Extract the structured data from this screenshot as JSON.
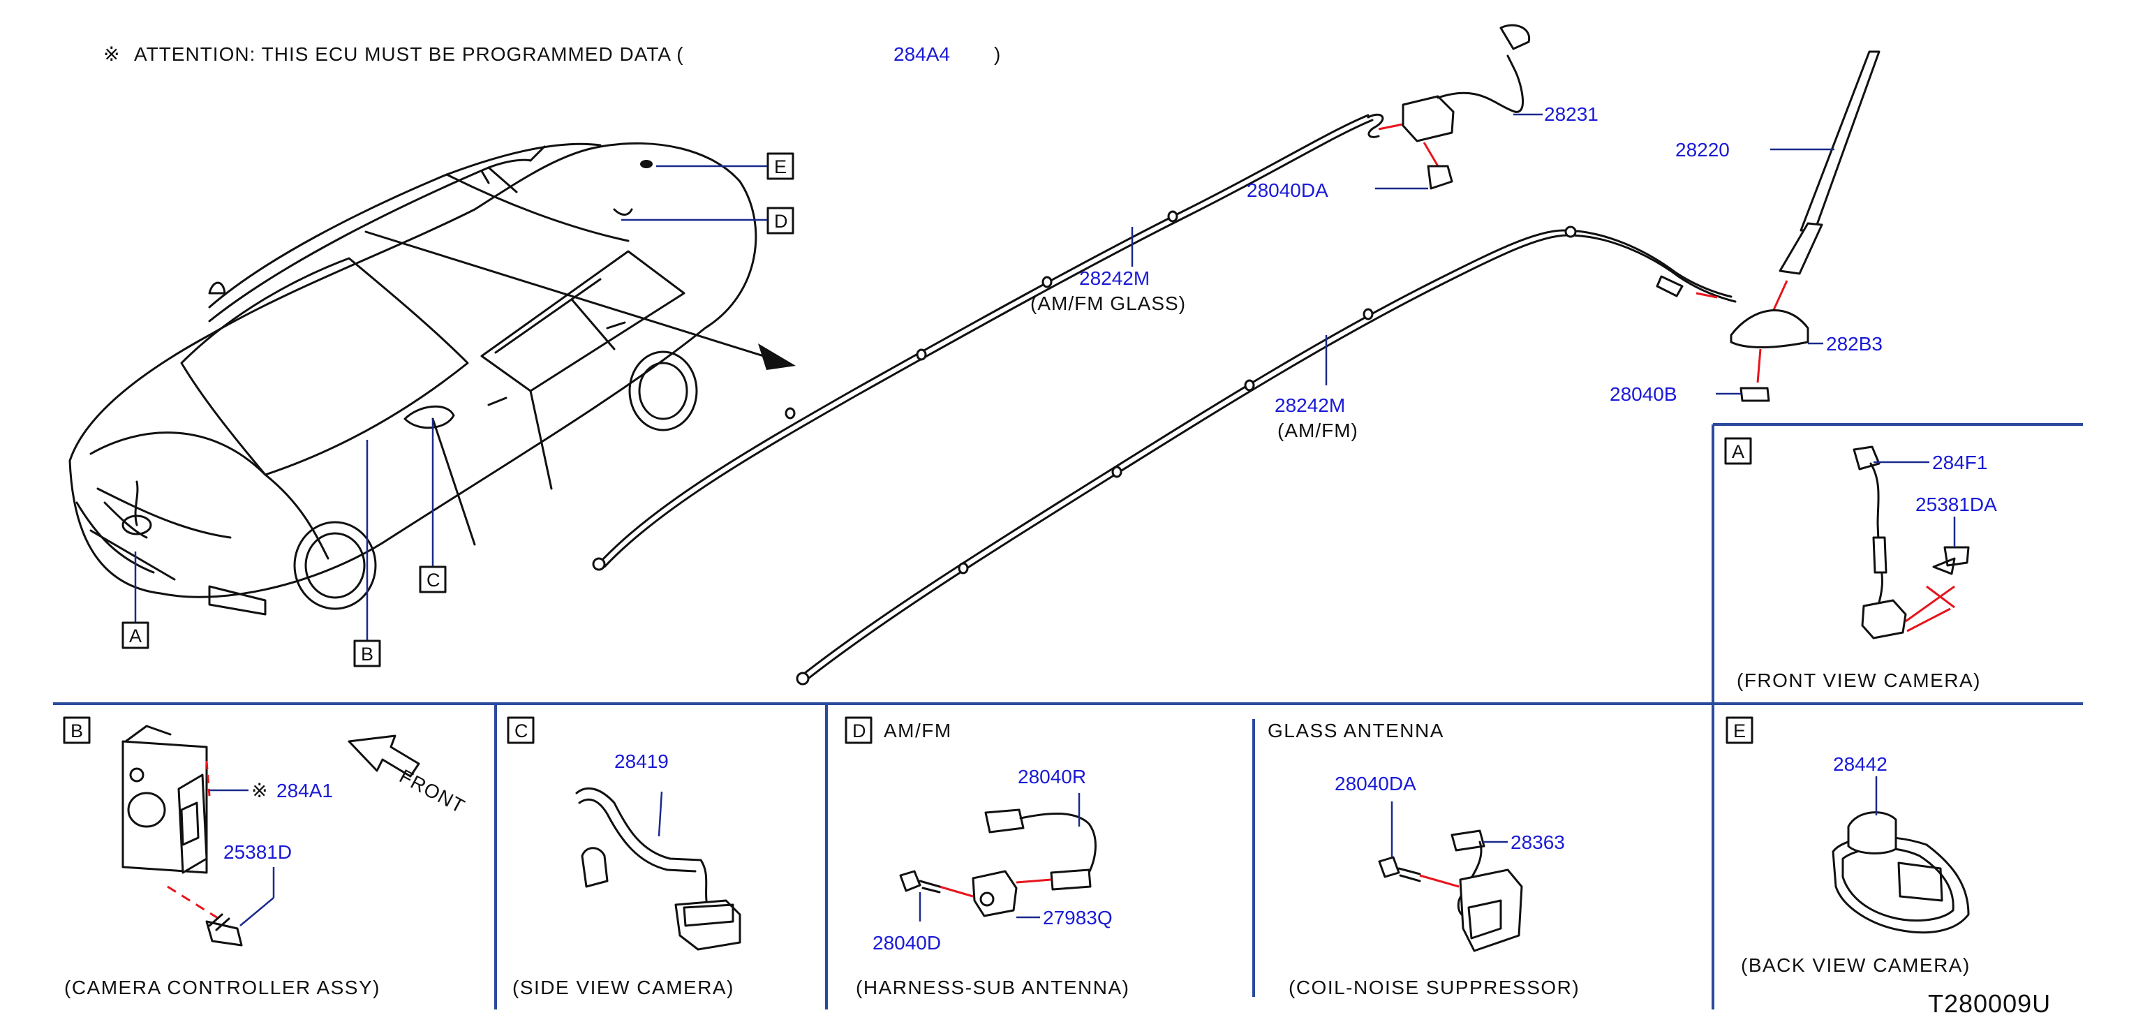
{
  "colors": {
    "part_number": "#1a1ad6",
    "leader": "#1a2a8c",
    "red_line": "#e8141c",
    "divider": "#2a4a9c",
    "line_art": "#111111"
  },
  "header": {
    "symbol": "※",
    "text": "ATTENTION:  THIS  ECU  MUST  BE  PROGRAMMED  DATA  (",
    "part": "284A4",
    "close": ")"
  },
  "main": {
    "callouts": {
      "A": "A",
      "B": "B",
      "C": "C",
      "D": "D",
      "E": "E"
    },
    "parts": {
      "p28231": "28231",
      "p28040DA": "28040DA",
      "p28242M_glass": "28242M",
      "p28242M_glass_note": "(AM/FM   GLASS)",
      "p28220": "28220",
      "p28242M_amfm": "28242M",
      "p28242M_amfm_note": "(AM/FM)",
      "p282B3": "282B3",
      "p28040B": "28040B"
    }
  },
  "sections": {
    "A": {
      "letter": "A",
      "parts": [
        "284F1",
        "25381DA"
      ],
      "caption": "(FRONT   VIEW   CAMERA)"
    },
    "B": {
      "letter": "B",
      "mark": "※",
      "parts": [
        "284A1",
        "25381D"
      ],
      "front": "FRONT",
      "caption": "(CAMERA   CONTROLLER   ASSY)"
    },
    "C": {
      "letter": "C",
      "parts": [
        "28419"
      ],
      "caption": "(SIDE   VIEW   CAMERA)"
    },
    "D": {
      "letter": "D",
      "title": "AM/FM",
      "parts": [
        "28040R",
        "28040D",
        "27983Q"
      ],
      "caption": "(HARNESS-SUB   ANTENNA)"
    },
    "D2": {
      "title": "GLASS   ANTENNA",
      "parts": [
        "28040DA",
        "28363"
      ],
      "caption": "(COIL-NOISE   SUPPRESSOR)"
    },
    "E": {
      "letter": "E",
      "parts": [
        "28442"
      ],
      "caption": "(BACK   VIEW   CAMERA)"
    }
  },
  "footer": {
    "code": "T280009U"
  }
}
